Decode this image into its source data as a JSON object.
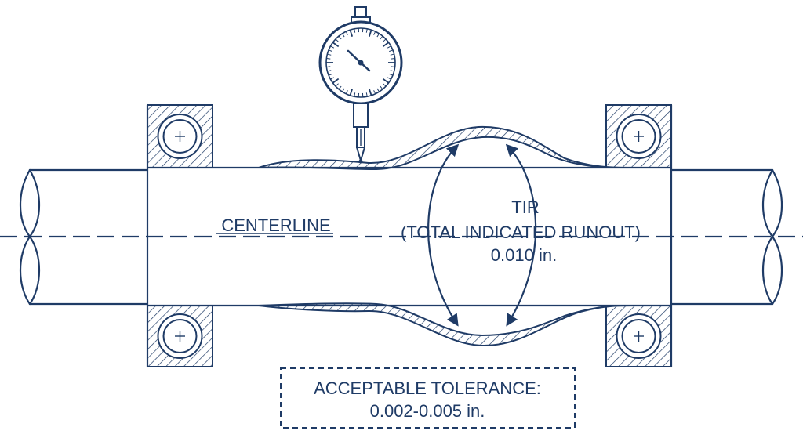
{
  "labels": {
    "centerline": "CENTERLINE",
    "tir_line1": "TIR",
    "tir_line2": "(TOTAL INDICATED RUNOUT)",
    "tir_line3": "0.010 in.",
    "tolerance_line1": "ACCEPTABLE TOLERANCE:",
    "tolerance_line2": "0.002-0.005 in."
  },
  "colors": {
    "ink": "#1f3b66",
    "background": "#ffffff"
  },
  "icons": {
    "gauge": "dial-indicator-icon",
    "bearing": "ball-bearing-icon"
  }
}
